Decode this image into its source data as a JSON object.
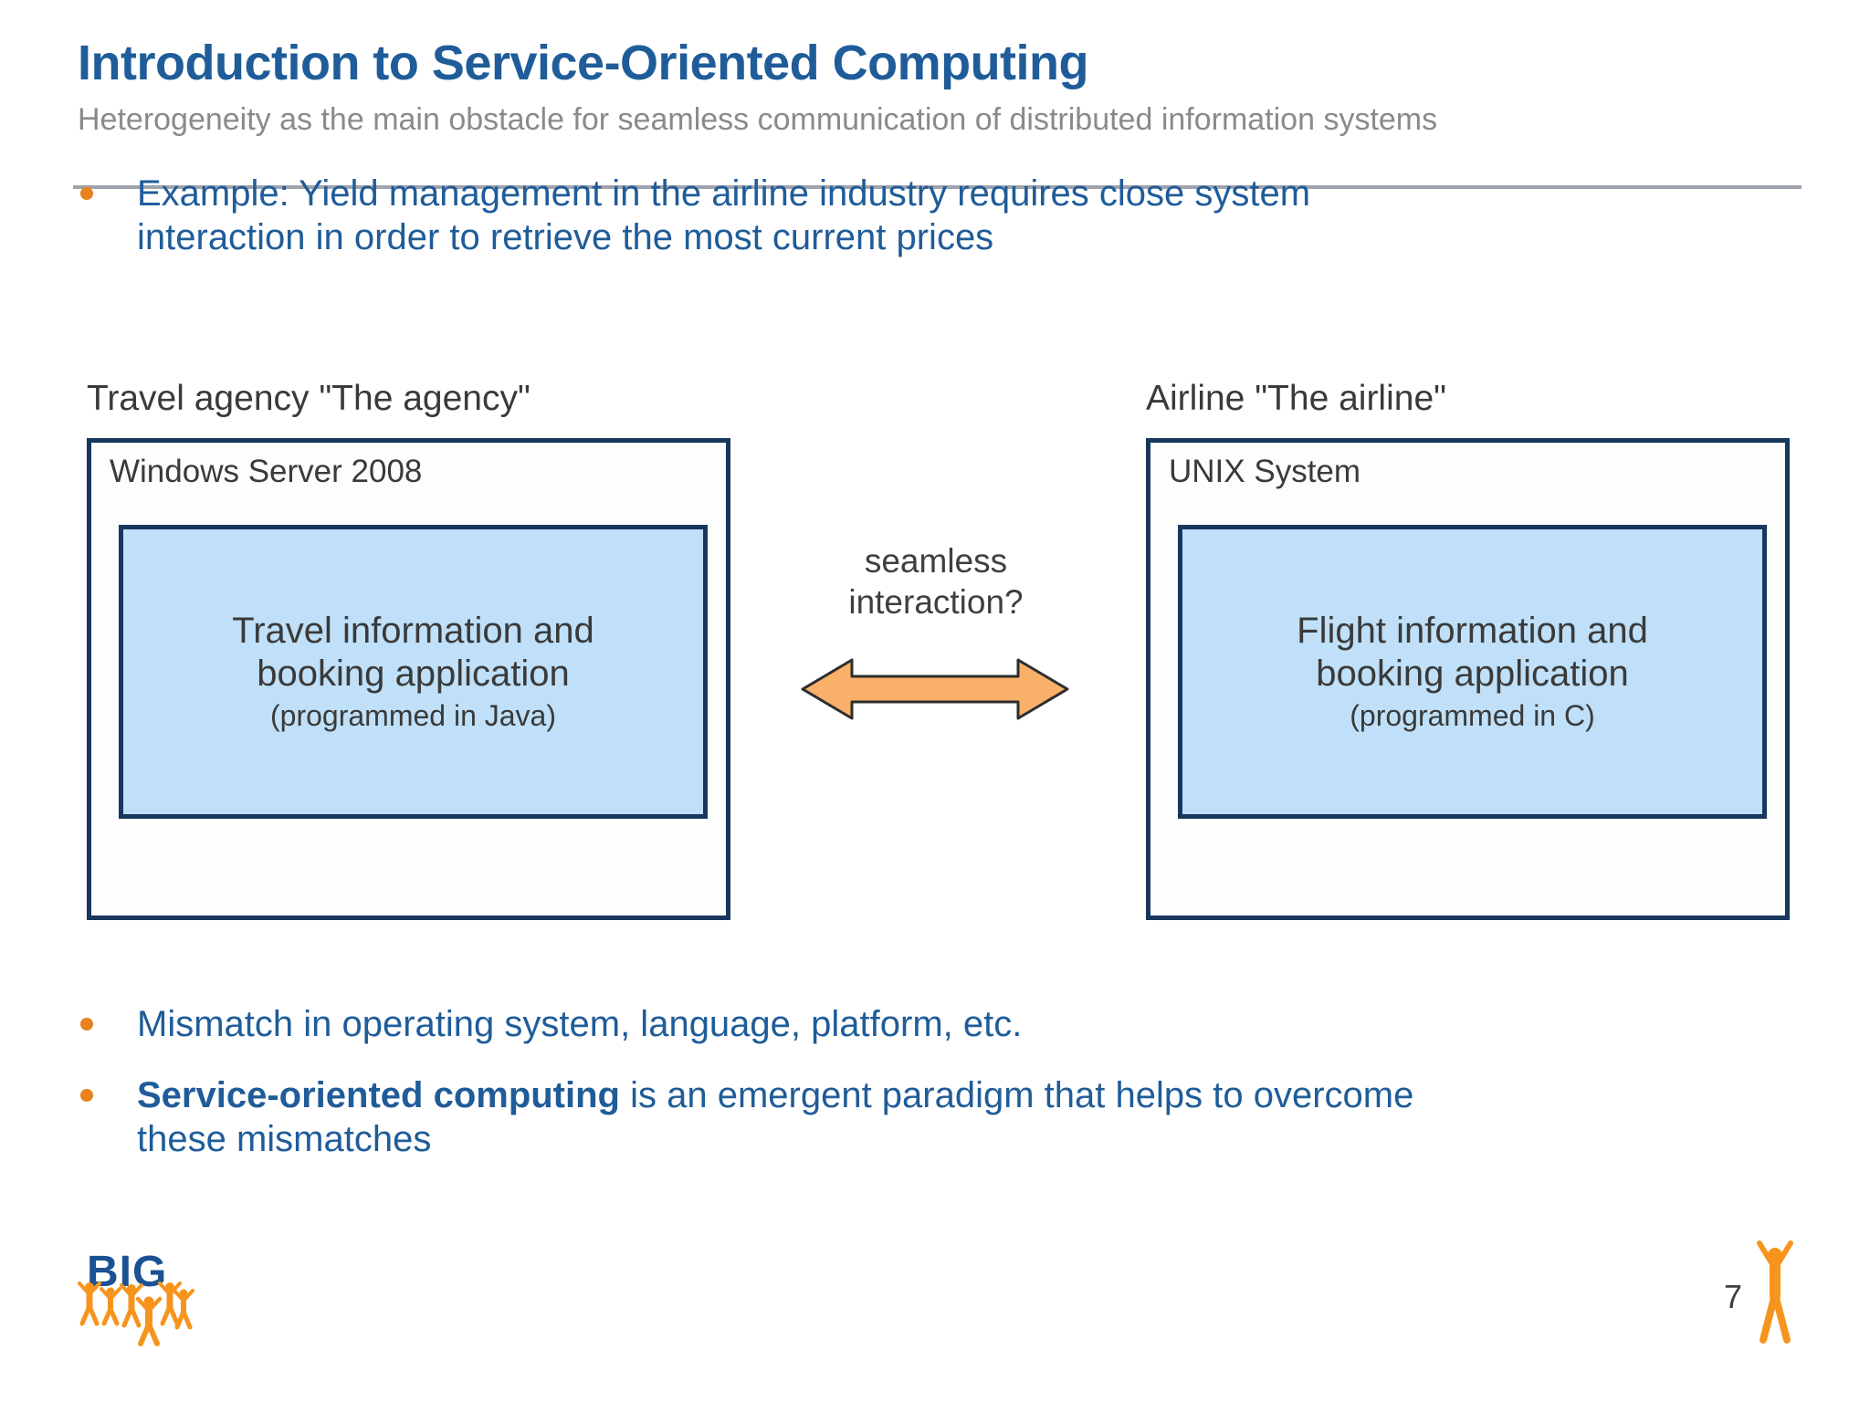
{
  "slide": {
    "title": "Introduction to Service-Oriented Computing",
    "subtitle": "Heterogeneity as the main obstacle for seamless communication of distributed information systems",
    "page_number": "7"
  },
  "bullets": {
    "example_line1": "Example: Yield management in the airline industry requires close system",
    "example_line2": "interaction in order to retrieve the most current prices",
    "mismatch": "Mismatch in operating system, language, platform, etc.",
    "soc_bold": "Service-oriented computing",
    "soc_rest": " is an emergent paradigm that helps to overcome",
    "soc_line2": "these mismatches"
  },
  "diagram": {
    "left_system": {
      "label": "Travel agency \"The agency\"",
      "os": "Windows Server 2008",
      "app_line1": "Travel information and",
      "app_line2": "booking application",
      "app_note": "(programmed in Java)"
    },
    "right_system": {
      "label": "Airline \"The airline\"",
      "os": "UNIX System",
      "app_line1": "Flight information and",
      "app_line2": "booking application",
      "app_note": "(programmed in C)"
    },
    "connector": {
      "question_line1": "seamless",
      "question_line2": "interaction?"
    }
  },
  "logo": {
    "text": "BIG"
  },
  "icons": {
    "logo_figures": "people-arms-raised-icon",
    "footer_figure": "person-arms-raised-icon",
    "connector_arrow": "double-headed-arrow"
  },
  "colors": {
    "title_blue": "#1F5C99",
    "body_text_blue": "#1F5C99",
    "subtitle_gray": "#8A8A8A",
    "dark_text": "#3A3A3A",
    "bullet_orange": "#E8821E",
    "box_border_navy": "#17375D",
    "app_box_fill": "#BFE0F8",
    "arrow_fill": "#F9B069",
    "arrow_stroke": "#2E2E2E",
    "divider_gray": "#9FA3AE",
    "logo_blue": "#1C5293",
    "logo_orange": "#F7941D"
  }
}
